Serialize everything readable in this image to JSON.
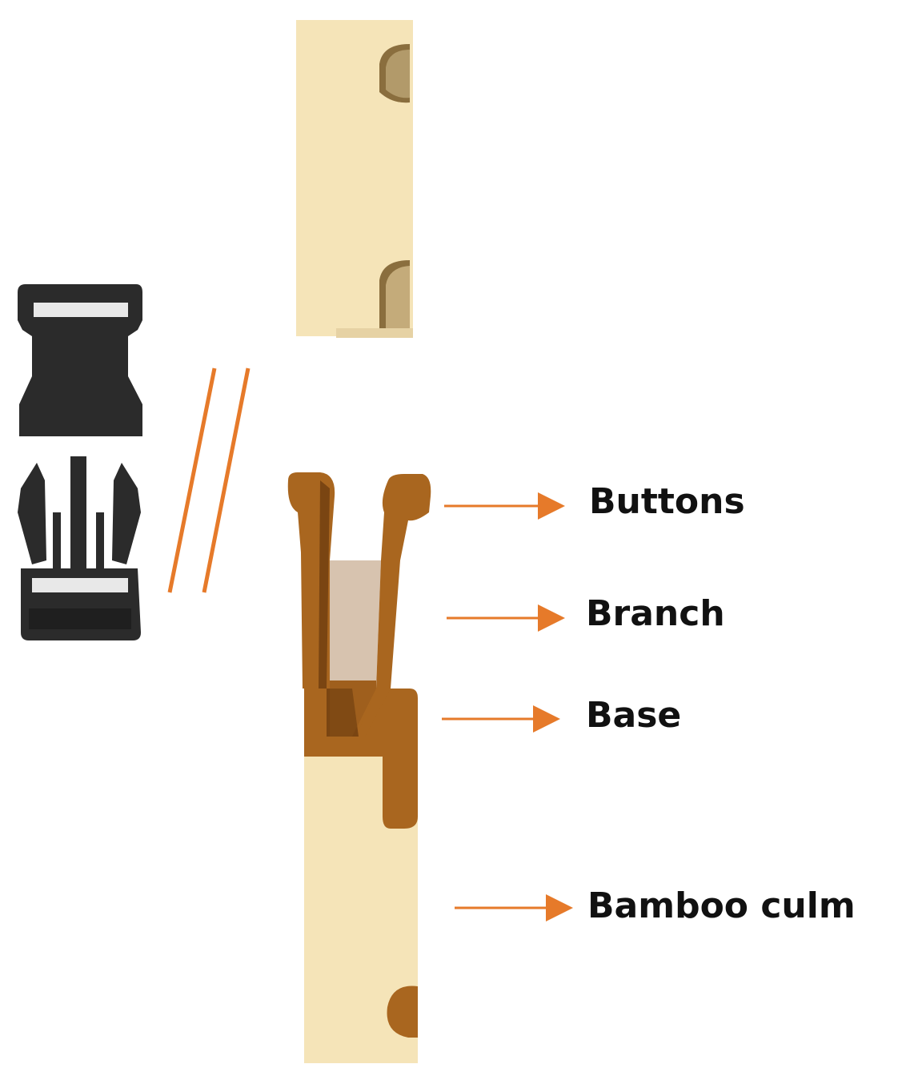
{
  "labels": {
    "buttons": "Buttons",
    "branch": "Branch",
    "base": "Base",
    "bamboo_culm": "Bamboo culm"
  },
  "colors": {
    "bamboo": "#f5e4b8",
    "bamboo_shade": "#d8c49a",
    "connector": "#a9661f",
    "connector_dark": "#7a4512",
    "arrow": "#e67a2a",
    "buckle": "#2b2b2b",
    "text": "#111111"
  }
}
